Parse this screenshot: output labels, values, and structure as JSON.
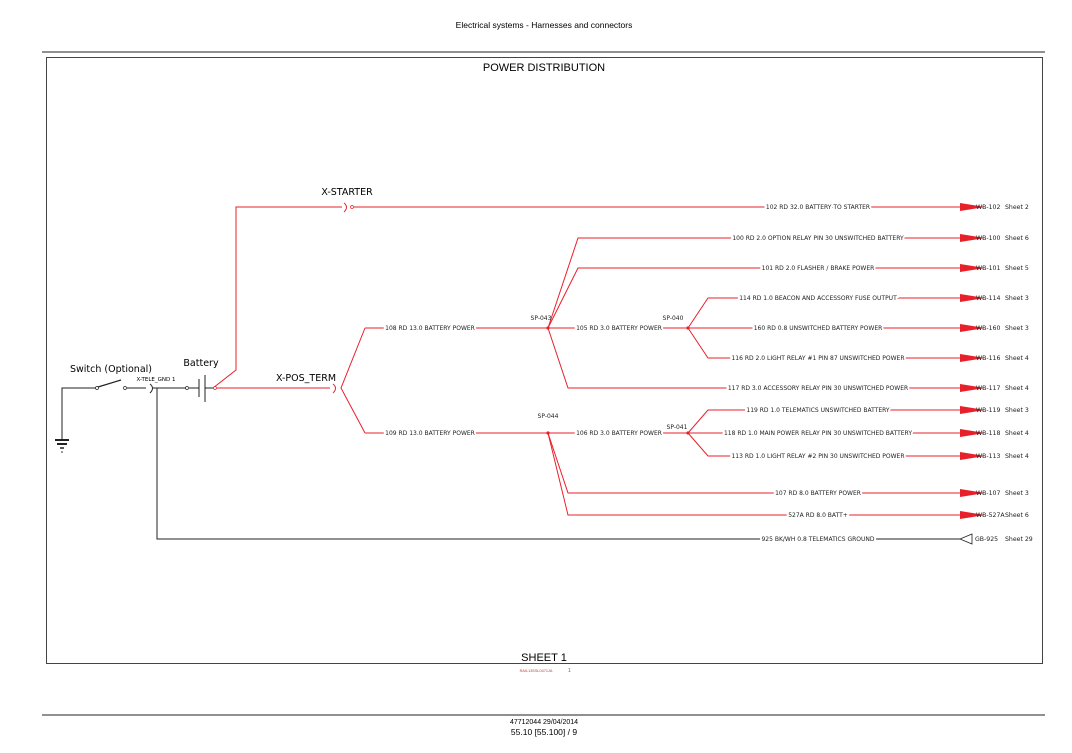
{
  "header": {
    "title": "Electrical systems - Harnesses and connectors"
  },
  "diagram": {
    "title": "POWER DISTRIBUTION",
    "sheet_label": "SHEET 1",
    "drawing_ref": "RAIL13SSL0471JA",
    "drawing_ref_page": "1",
    "components": {
      "switch": "Switch (Optional)",
      "tele_gnd": "X-TELE_GND 1",
      "battery": "Battery",
      "x_starter": "X-STARTER",
      "x_pos_term": "X-POS_TERM"
    },
    "splices": {
      "sp043": "SP-043",
      "sp044": "SP-044",
      "sp040": "SP-040",
      "sp041": "SP-041"
    },
    "branches": {
      "b108": "108 RD 13.0 BATTERY POWER",
      "b109": "109 RD 13.0 BATTERY POWER",
      "b105": "105 RD 3.0 BATTERY POWER",
      "b106": "106 RD 3.0 BATTERY POWER"
    },
    "wires": [
      {
        "label": "102 RD 32.0 BATTERY TO STARTER",
        "dest": "WB-102",
        "sheet": "Sheet 2"
      },
      {
        "label": "100 RD 2.0 OPTION RELAY PIN 30 UNSWITCHED BATTERY",
        "dest": "WB-100",
        "sheet": "Sheet 6"
      },
      {
        "label": "101 RD 2.0 FLASHER / BRAKE POWER",
        "dest": "WB-101",
        "sheet": "Sheet 5"
      },
      {
        "label": "114 RD 1.0 BEACON AND ACCESSORY FUSE OUTPUT",
        "dest": "WB-114",
        "sheet": "Sheet 3"
      },
      {
        "label": "160 RD 0.8 UNSWITCHED BATTERY POWER",
        "dest": "WB-160",
        "sheet": "Sheet 3"
      },
      {
        "label": "116 RD 2.0 LIGHT RELAY #1 PIN 87 UNSWITCHED POWER",
        "dest": "WB-116",
        "sheet": "Sheet 4"
      },
      {
        "label": "117 RD 3.0 ACCESSORY RELAY PIN 30 UNSWITCHED POWER",
        "dest": "WB-117",
        "sheet": "Sheet 4"
      },
      {
        "label": "119 RD 1.0 TELEMATICS UNSWITCHED BATTERY",
        "dest": "WB-119",
        "sheet": "Sheet 3"
      },
      {
        "label": "118 RD 1.0 MAIN POWER RELAY PIN 30 UNSWITCHED BATTERY",
        "dest": "WB-118",
        "sheet": "Sheet 4"
      },
      {
        "label": "113 RD 1.0 LIGHT RELAY #2 PIN 30 UNSWITCHED POWER",
        "dest": "WB-113",
        "sheet": "Sheet 4"
      },
      {
        "label": "107 RD 8.0 BATTERY POWER",
        "dest": "WB-107",
        "sheet": "Sheet 3"
      },
      {
        "label": "527A RD 8.0 BATT+",
        "dest": "WB-527A",
        "sheet": "Sheet 6"
      },
      {
        "label": "925 BK/WH 0.8 TELEMATICS GROUND",
        "dest": "GB-925",
        "sheet": "Sheet 29"
      }
    ],
    "colors": {
      "power": "#e8202a",
      "ground": "#222222"
    }
  },
  "footer": {
    "doc_date": "47712044 29/04/2014",
    "page": "55.10 [55.100] / 9"
  }
}
